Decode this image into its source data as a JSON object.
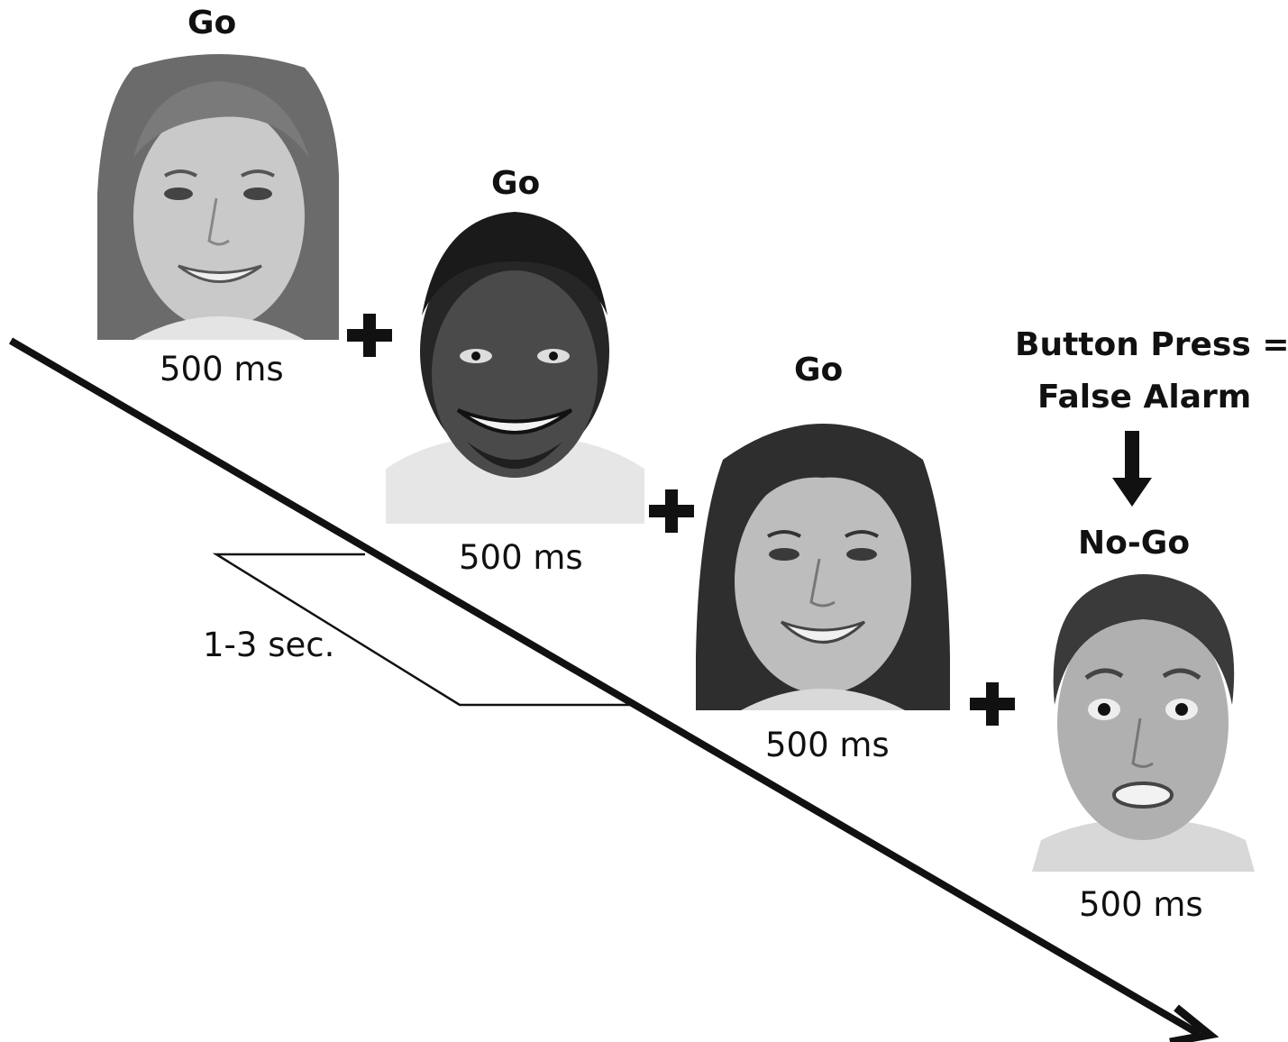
{
  "colors": {
    "ink": "#111111",
    "background": "#ffffff"
  },
  "stimuli": [
    {
      "condition_label": "Go",
      "duration_label": "500 ms",
      "image": "smiling-female-face-photo"
    },
    {
      "condition_label": "Go",
      "duration_label": "500 ms",
      "image": "smiling-male-face-photo"
    },
    {
      "condition_label": "Go",
      "duration_label": "500 ms",
      "image": "smiling-female-face-photo"
    },
    {
      "condition_label": "No-Go",
      "duration_label": "500 ms",
      "image": "fearful-male-face-photo"
    }
  ],
  "fixation_icon": "plus-icon",
  "iti": {
    "label": "1-3 sec."
  },
  "annotation": {
    "line1": "Button Press =",
    "line2": "False Alarm",
    "icon": "arrow-down-icon"
  },
  "timeline": {
    "icon": "arrow-right-icon"
  }
}
